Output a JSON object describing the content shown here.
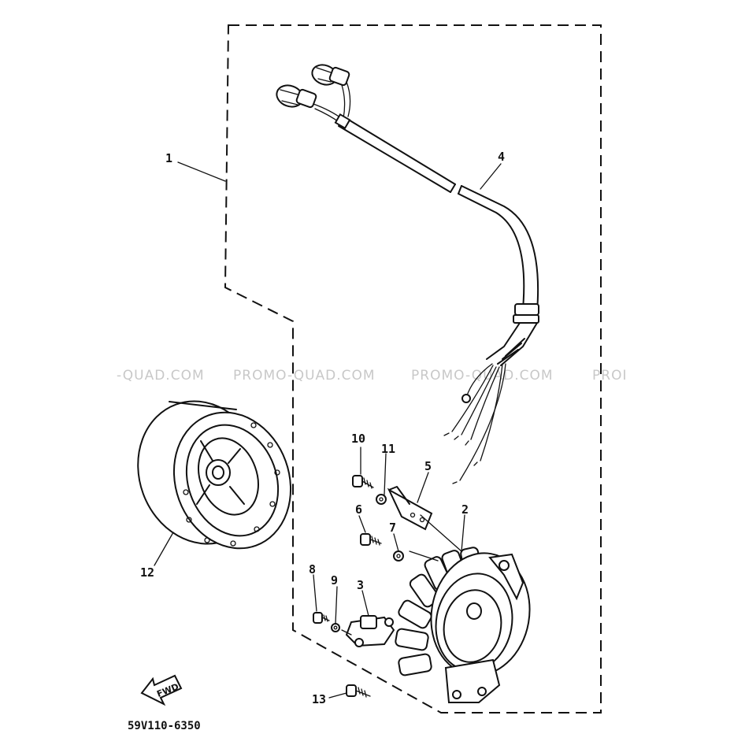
{
  "diagram": {
    "callouts": {
      "p1": "1",
      "p2": "2",
      "p3": "3",
      "p4": "4",
      "p5": "5",
      "p6": "6",
      "p7": "7",
      "p8": "8",
      "p9": "9",
      "p10": "10",
      "p11": "11",
      "p12": "12",
      "p13": "13"
    },
    "part_code": "59V110-6350",
    "direction_label": "FWD"
  },
  "watermark": {
    "segments": [
      "-QUAD.COM",
      "PROMO-QUAD.COM",
      "PROMO-QUAD.COM",
      "PROI"
    ]
  }
}
